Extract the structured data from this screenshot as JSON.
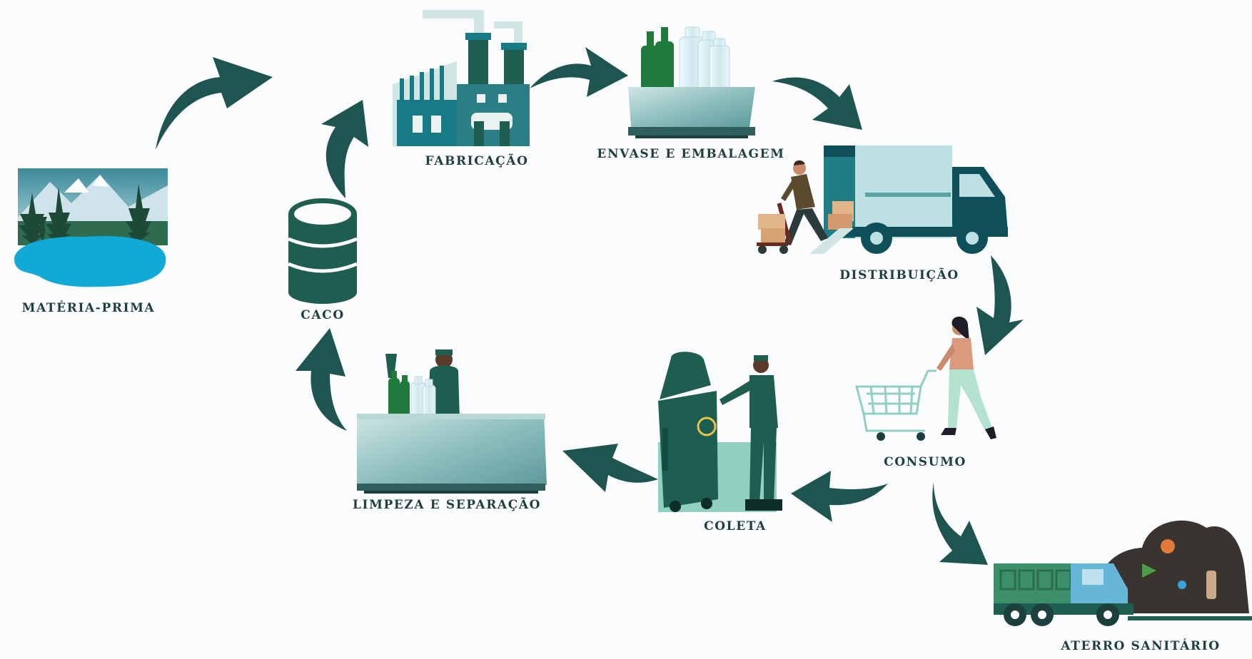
{
  "stages": {
    "materia_prima": "MATÉRIA-PRIMA",
    "caco": "CACO",
    "fabricacao": "FABRICAÇÃO",
    "envase": "ENVASE E EMBALAGEM",
    "distribuicao": "DISTRIBUIÇÃO",
    "consumo": "CONSUMO",
    "coleta": "COLETA",
    "limpeza": "LIMPEZA E  SEPARAÇÃO",
    "aterro": "ATERRO SANITÁRIO"
  },
  "colors": {
    "arrow": "#1f5550",
    "dark_green": "#1d5e51",
    "teal": "#177a84",
    "steel": "#8fbfc0",
    "water": "#12a9d6",
    "label": "#1f3f3f"
  },
  "icons": [
    "lake-forest-icon",
    "cullet-barrel-icon",
    "factory-icon",
    "bottles-on-table-icon",
    "delivery-truck-icon",
    "shopper-with-cart-icon",
    "worker-with-bin-icon",
    "sorting-table-icon",
    "landfill-truck-icon"
  ]
}
